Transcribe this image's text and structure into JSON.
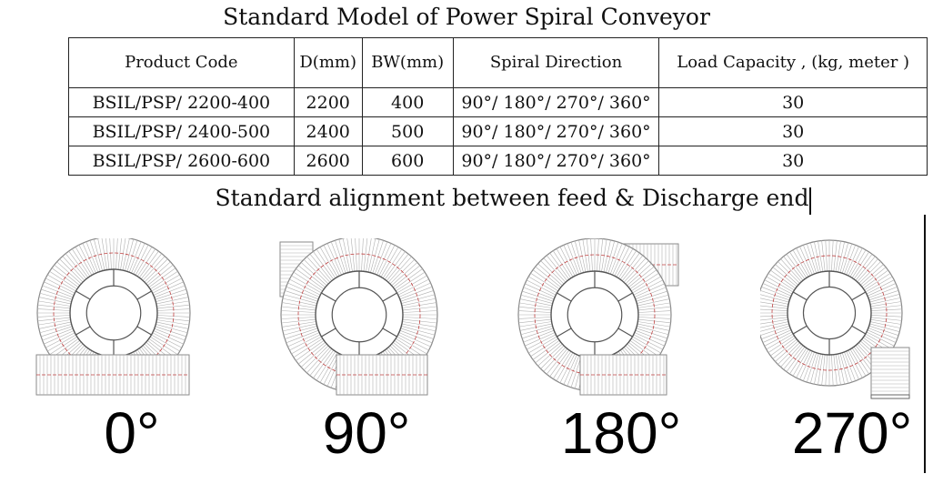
{
  "title": "Standard Model of Power Spiral Conveyor",
  "table": {
    "headers": [
      "Product Code",
      "D(mm)",
      "BW(mm)",
      "Spiral Direction",
      "Load Capacity , (kg, meter )"
    ],
    "rows": [
      [
        "BSIL/PSP/ 2200-400",
        "2200",
        "400",
        "90°/ 180°/ 270°/ 360°",
        "30"
      ],
      [
        "BSIL/PSP/ 2400-500",
        "2400",
        "500",
        "90°/ 180°/ 270°/ 360°",
        "30"
      ],
      [
        "BSIL/PSP/ 2600-600",
        "2600",
        "600",
        "90°/ 180°/ 270°/ 360°",
        "30"
      ]
    ]
  },
  "subtitle": "Standard alignment between feed & Discharge end",
  "diagrams": [
    {
      "label": "0°",
      "icon": "spiral-conveyor-0-icon"
    },
    {
      "label": "90°",
      "icon": "spiral-conveyor-90-icon"
    },
    {
      "label": "180°",
      "icon": "spiral-conveyor-180-icon"
    },
    {
      "label": "270°",
      "icon": "spiral-conveyor-270-icon"
    }
  ],
  "colors": {
    "line": "#8a8a8a",
    "centerline": "#c04040"
  }
}
